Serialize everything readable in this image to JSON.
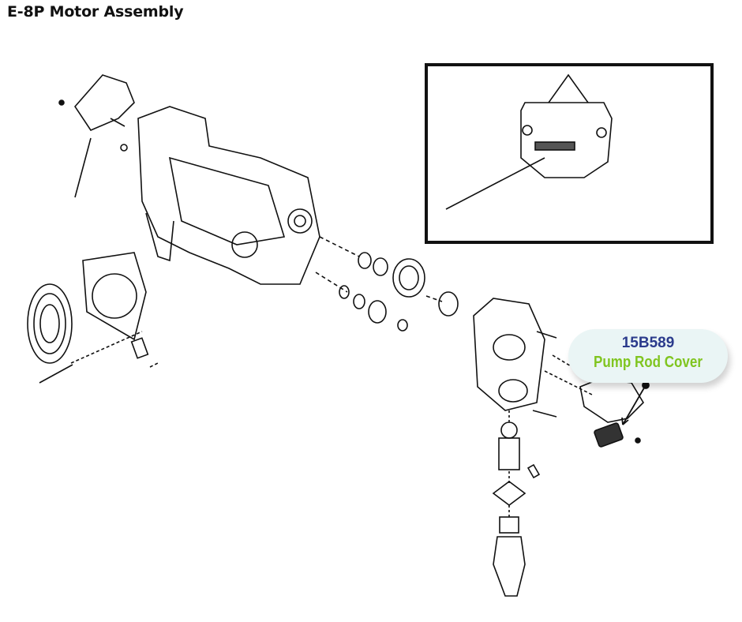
{
  "title": "E-8P Motor Assembly",
  "callout": {
    "part_number": "15B589",
    "part_name": "Pump Rod Cover",
    "part_number_color": "#2b3b8c",
    "part_name_color": "#80c520"
  }
}
